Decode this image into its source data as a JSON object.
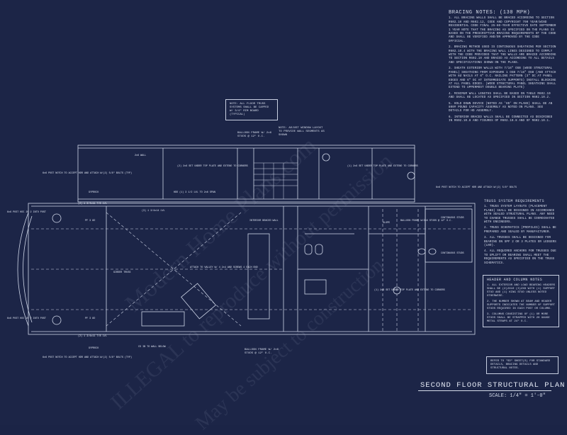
{
  "bracing": {
    "header": "BRACING NOTES: (130 MPH)",
    "notes": [
      "1. ALL BRACING WALLS SHALL BE BRACED ACCORDING TO SECTION R602.10 AND R602.12, CODE AND COPYRIGHT 700 YEAR/WIND RESIDENTIAL CODE FINAL 25-60-YEAR EFFECTIVE DATE SEPTEMBER 1 YEAR NOTE THAT THE BRACING AS SPECIFIED ON THE PLANS IS BASED ON THE PRESCRIPTIVE BRACING REQUIREMENTS OF THE CODE AND SHALL BE VERIFIED AND/OR APPROVED BY THE CODE OFFICIAL.",
      "2. BRACING METHOD USED IS CONTINUOUS SHEATHING PER SECTION R602.10.4 WITH THE BRACING WALL LINES DESIGNED TO COMPLY WITH THE CODE PROVIDED THAT THE WALLS ARE BRACED ACCORDING TO SECTION R602.10 AND BRACED AS ACCORDING TO ALL DETAILS AND SPECIFICATIONS SHOWN ON THE PLANS.",
      "3. SHEATH EXTERIOR WALLS WITH 7/16\" OSB (WOOD STRUCTURAL PANEL) SHEATHING FROM EXPOSURE 1 OSB 7/16\" OSB (AND ATTACH WITH 8d NAILS AT 6\" O.C. NAILING PATTERN (3\" DC AT PANEL EDGES AND 6\" OC AT INTERMEDIATE SUPPORTS) INSTALL BLOCKING AT ALL PANEL EDGES. (WOOD STRUCTURAL PANEL SHEATHING SHALL EXTEND TO UPPERMOST DOUBLE BEARING PLATE)",
      "4. MINIMUM WALL LENGTHS SHALL BE BASED ON TABLE R602.10 AND SHALL BE LOCATED AS SPECIFIED IN SECTION R602.10.2.",
      "5. HOLD DOWN DEVICE (NOTED AS 'HD' ON PLANS) SHALL BE AN 800# POUND CAPACITY ASSEMBLY AS NOTED ON PLANS. SEE DETAILS FOR HD ASSEMBLY.",
      "6. INTERIOR BRACED WALLS SHALL BE CONNECTED AS DESCRIBED IN R602.10.8 AND FIGURES OF R602.10.8 AND OF R602.10.1."
    ]
  },
  "truss": {
    "header": "TRUSS SYSTEM REQUIREMENTS",
    "notes": [
      "1. TRUSS SYSTEM LAYOUTS (PLACEMENT PLANS) SHALL BE DESIGNED IN ACCORDANCE WITH SEALED STRUCTURAL PLANS. ANY NEED TO CHANGE TRUSSES SHALL BE COORDINATED WITH ENGINEERS.",
      "2. TRUSS SCHEMATICS (PROFILES) SHALL BE PREPARED AND SEALED BY MANUFACTURER.",
      "3. ALL TRUSSES SHALL BE DESIGNED FOR BEARING ON SPF 2 OR 3 PLATES OR LEDGERS (LNO).",
      "4. ALL REQUIRED ANCHORS FOR TRUSSES DUE TO UPLIFT OR BEARING SHALL MEET THE REQUIREMENTS AS SPECIFIED ON THE TRUSS SCHEMATICS."
    ]
  },
  "header_column": {
    "header": "HEADER AND COLUMN NOTES",
    "notes": [
      "1. ALL EXTERIOR AND LOAD BEARING HEADERS SHALL BE (2)2X10 (3)2X6 WITH (1) SUPPORT STUD AND (1) KING STUD UNLESS NOTED OTHERWISE.",
      "2. THE NUMBER SHOWN AT BEAM AND HEADER SUPPORTS INDICATES THE NUMBER OF SUPPORT STUDS REQUIRED IN EACH POST OR COLUMN.",
      "3. COLUMNS CONSISTING OF (1) OR MORE STUDS SHALL BE STRAPPED WITH 20 GAUGE METAL STRAPS AT 24\" O.C."
    ]
  },
  "refer_note": "REFER TO \"SD\" SHEET(S) FOR STANDARD DETAILS, BRACING DETAILS AND STRUCTURAL NOTES.",
  "floor_trusses_note": "NOTE: ALL FLOOR TRUSS SYSTEMS SHALL BE CAPPED W/ 3/4\" RIM BOARD (TYPICAL)",
  "adjust_note": "NOTE: ADJUST WINDOW LAYOUT TO PROVIDE WALL SEGMENTS AS SHOWN",
  "plan_labels": {
    "balloon_top": "BALLOON FRAME W/ 2x6 STUDS @ 12\" O.C.",
    "balloon_right": "BALLOON FRAME W/2x6 STUDS @ 12\" O.C.",
    "balloon_bottom": "BALLOON FRAME W/ 2x6 STUDS @ 12\" O.C.",
    "post_tl": "6x6 POST NOTCH TO ACCEPT HDR AND ATTACH W/(2) 5/8\" BOLTS (TYP)",
    "post_bl": "6x6 POST NOTCH TO ACCEPT HDR AND ATTACH W/(2) 5/8\" BOLTS (TYP)",
    "post_r": "6x6 POST NOTCH TO ACCEPT HDR AND ATTACH W/(2) 5/8\" BOLTS",
    "post_l1": "6x6 POST HDC 20 2 INTO POST",
    "post_l2": "6x6 POST HDC 20 2 INTO POST",
    "ext_corner_1": "(2) 2x6 SET UNDER TOP PLATE AND EXTEND TO CORNERS",
    "ext_corner_2": "(1) 2x6 SET UNDER TOP PLATE AND EXTEND TO CORNERS",
    "ext_corner_3": "(1) 2x6 SET UNDER TOP PLATE AND EXTEND TO CORNERS",
    "hdd": "HDD (1) 3 1/2 LVL TO 2x6 SPAN",
    "top_wall": "2x6 WALL",
    "attach_valley": "ATTACH TO VALLEY W/ 4 2x4 AND SCREWS 4 EACH END",
    "interior_braced": "INTERIOR BRACED WALL",
    "cs_ib": "CS IB TO WALL BELOW",
    "continuous_studs": "CONTINUOUS STUDS",
    "lvl_top": "(2) 1 3/4x11 7/8 LVL",
    "lvl_mid": "(3) 1 3/4x14 LVL",
    "lvl_bot": "(2) 1 3/4x11 7/8 LVL",
    "spring_a": "GYPROCK",
    "spring_b": "GYPROCK",
    "girder": "GIRDER TRUSS",
    "slope": "SLOPE",
    "wall_tag_a": "PF 3 8D",
    "wall_tag_b": "PF 3 8D"
  },
  "watermark": {
    "line1": "Modern Home Plans.com",
    "line2": "ILLEGAL to reproduce without permission",
    "line3": "May be subject to construction"
  },
  "title": "SECOND FLOOR STRUCTURAL PLAN",
  "scale": "SCALE: 1/4\" = 1'-0\""
}
